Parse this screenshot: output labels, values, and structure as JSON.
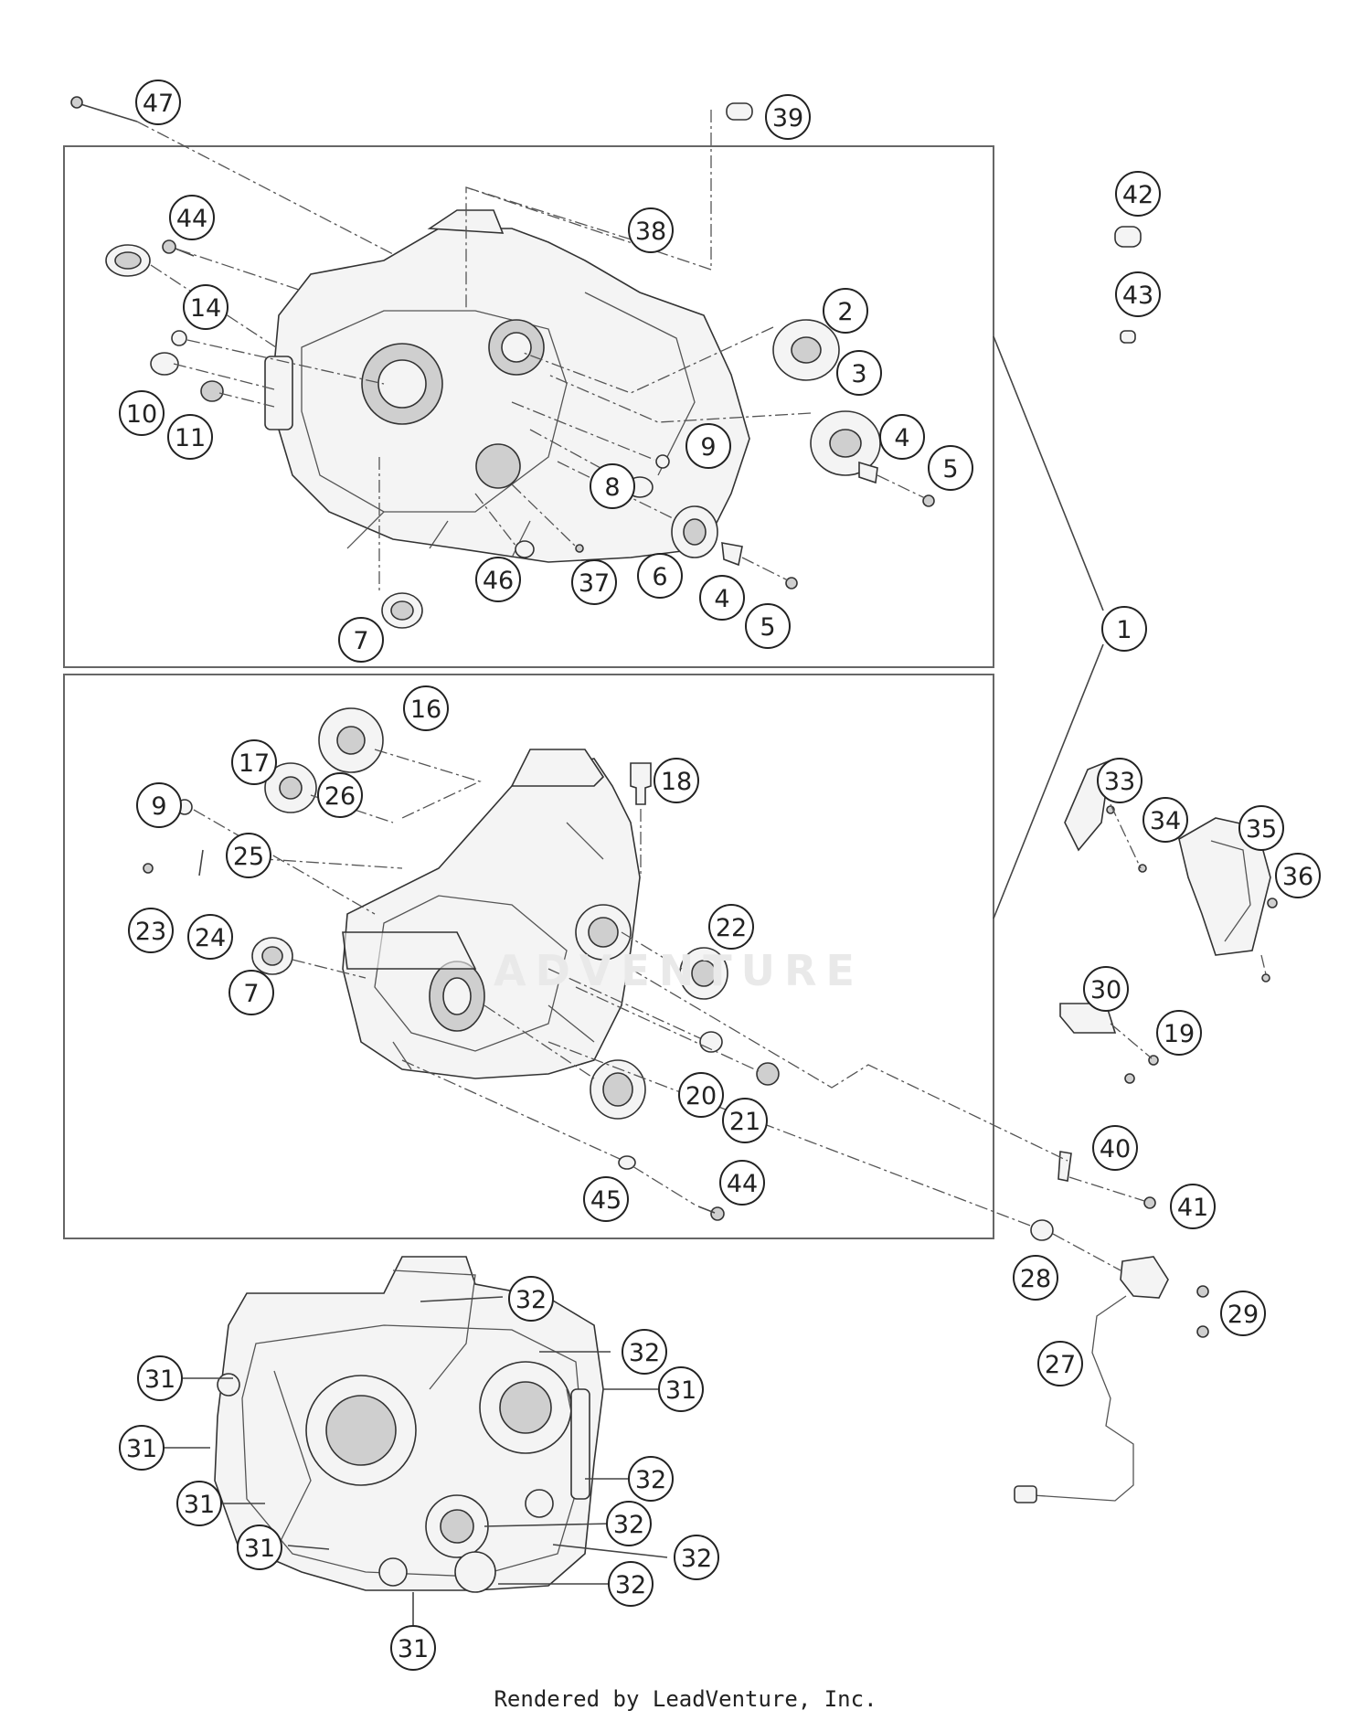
{
  "diagram": {
    "callouts": [
      "47",
      "39",
      "42",
      "43",
      "44",
      "38",
      "14",
      "2",
      "3",
      "4",
      "5",
      "10",
      "11",
      "9",
      "8",
      "6",
      "46",
      "37",
      "4",
      "5",
      "7",
      "1",
      "16",
      "17",
      "18",
      "26",
      "9",
      "25",
      "23",
      "24",
      "22",
      "7",
      "33",
      "34",
      "35",
      "36",
      "30",
      "19",
      "20",
      "21",
      "40",
      "44",
      "45",
      "41",
      "28",
      "29",
      "27",
      "32",
      "32",
      "31",
      "31",
      "31",
      "32",
      "31",
      "32",
      "31",
      "32",
      "32",
      "31"
    ]
  },
  "watermark": {
    "text": "ADVENTURE"
  },
  "footer": {
    "text": "Rendered by LeadVenture, Inc."
  }
}
